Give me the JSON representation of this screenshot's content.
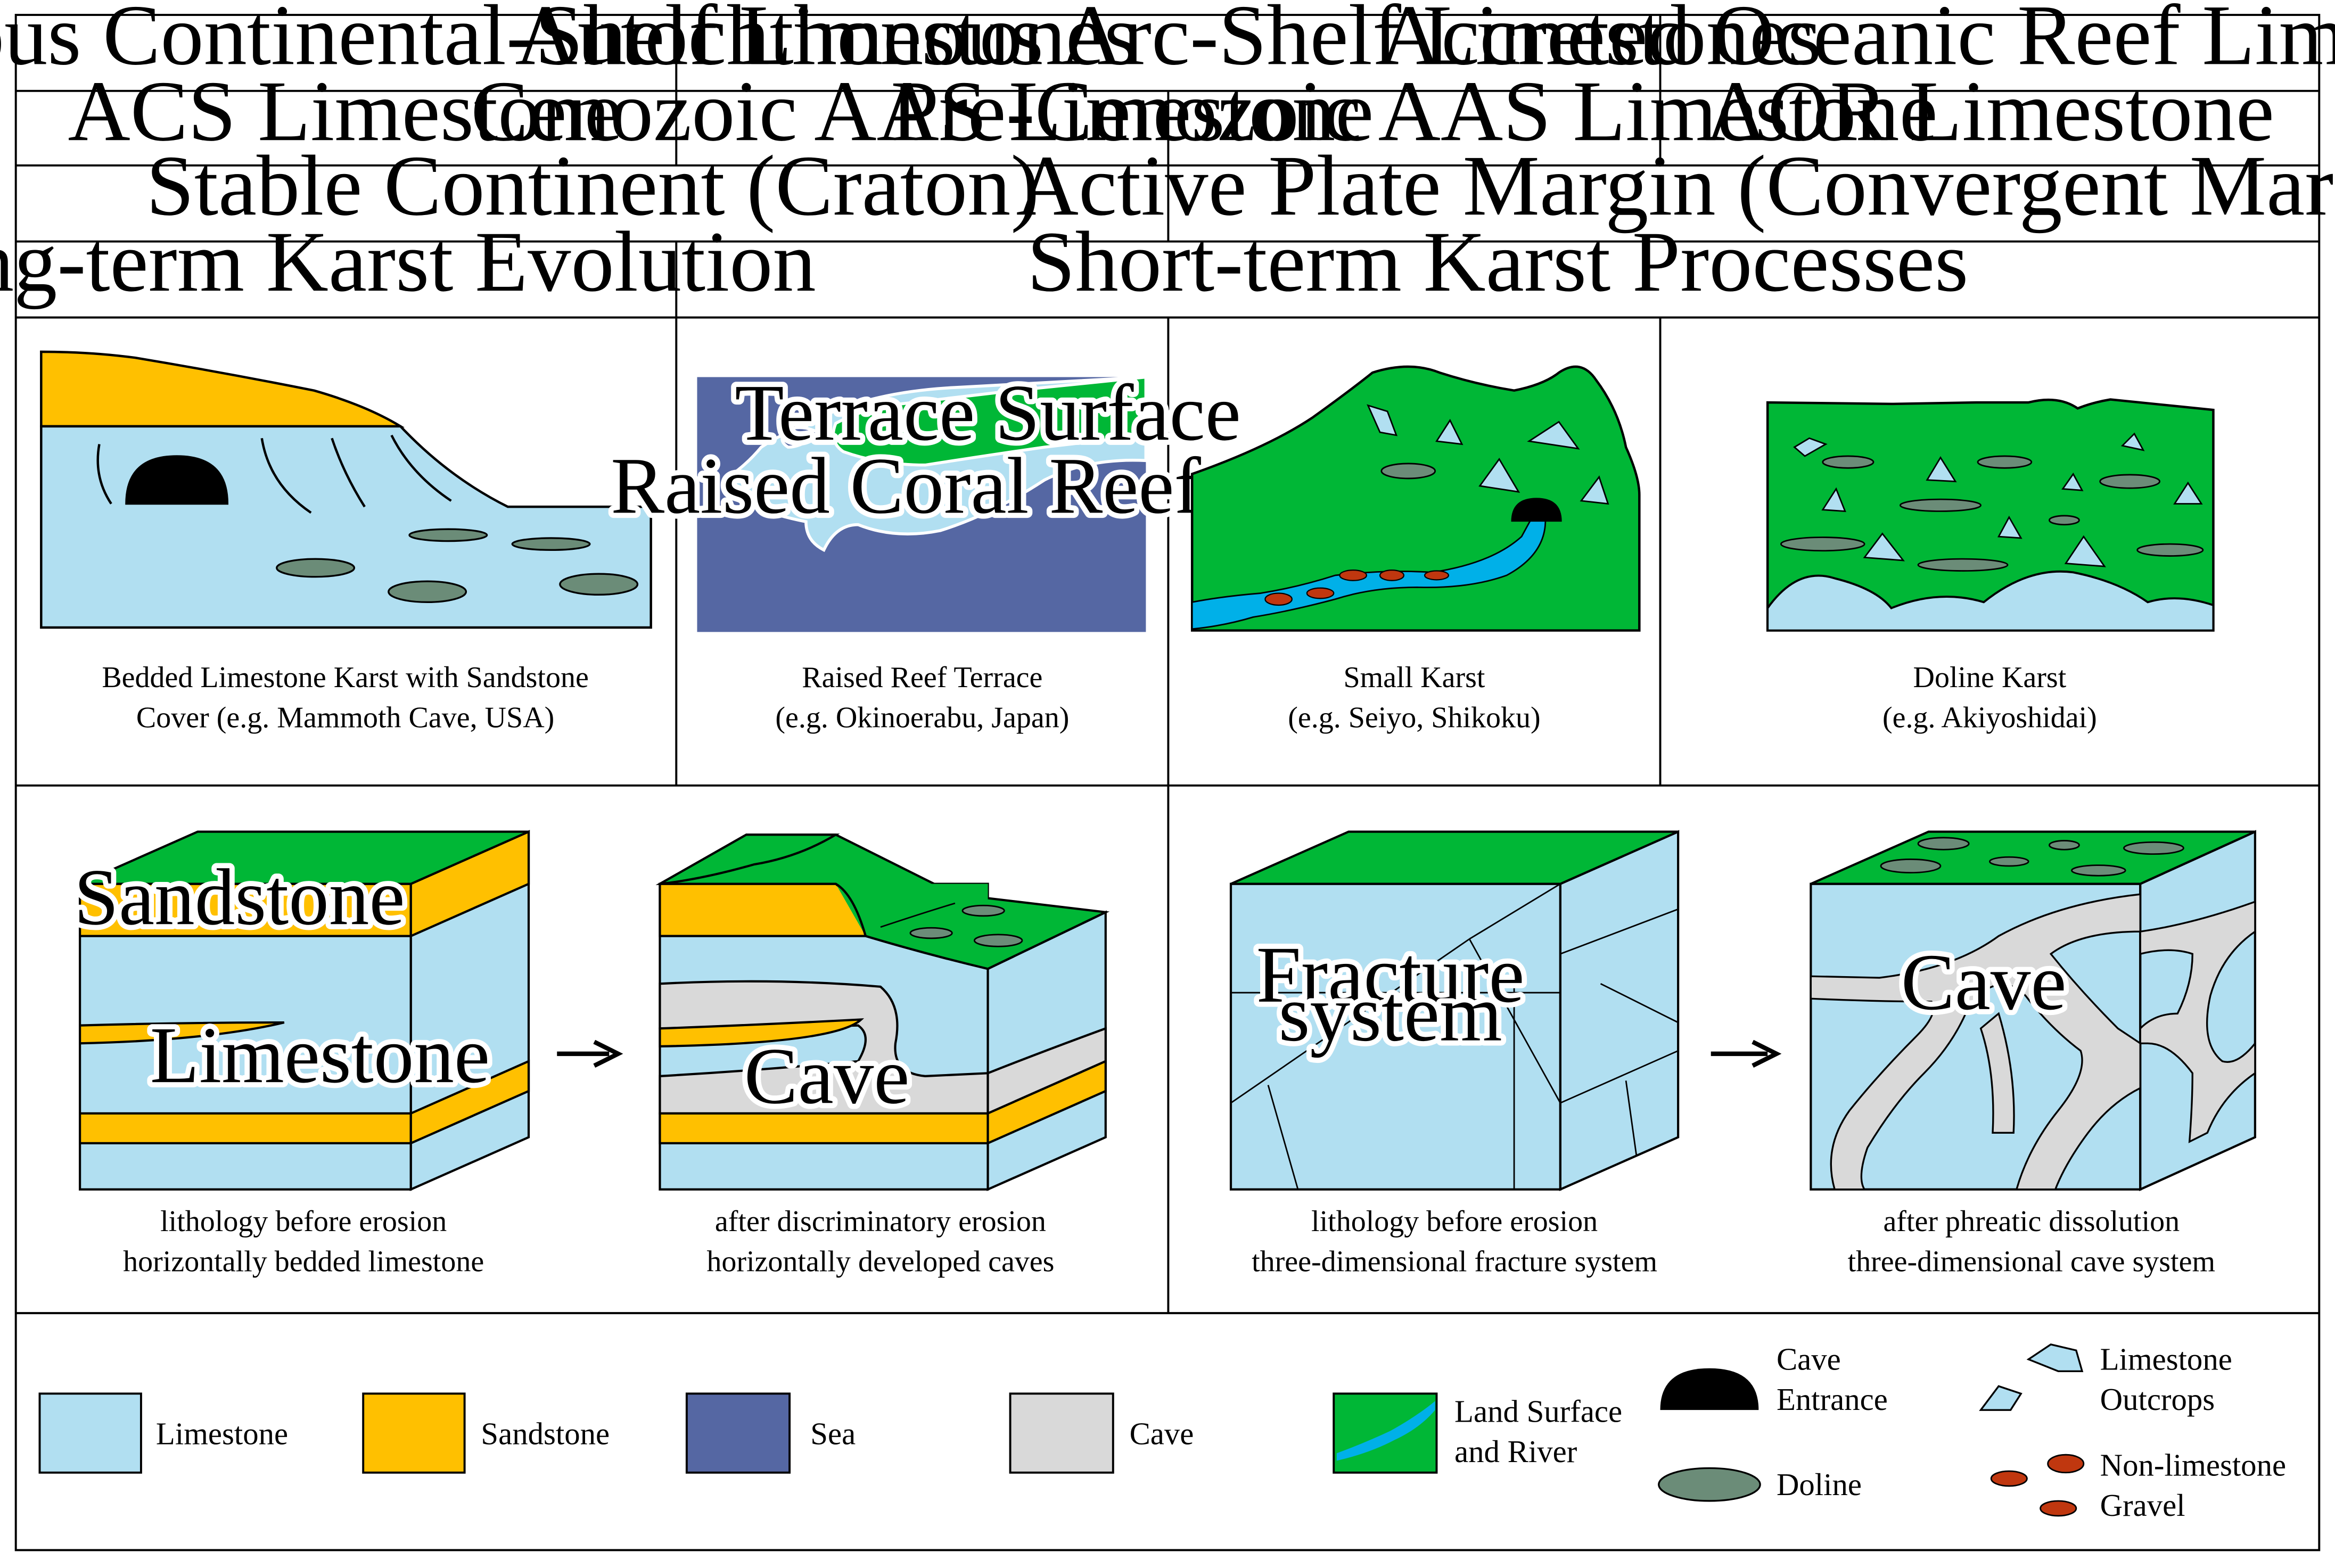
{
  "header": {
    "row1": {
      "acs": "Autochthonous Continental-Shelf  Limestones",
      "aas": "Autochthonous Arc-Shelf Limestones",
      "aor": "Accreted Oceanic Reef Limestones"
    },
    "row2": {
      "acs": "ACS Limestone",
      "cen": "Cenozoic AAS Limestone",
      "pre": "Pre-Cenozoic AAS Limestone",
      "aor": "AOR Limestone"
    },
    "row3": {
      "stable": "Stable Continent  (Craton)",
      "active": "Active Plate Margin  (Convergent Margin)"
    },
    "row4": {
      "long": "Long-term Karst Evolution",
      "short": "Short-term Karst Processes"
    }
  },
  "panels": {
    "bedded": {
      "caption1": "Bedded Limestone Karst with  Sandstone",
      "caption2": "Cover (e.g. Mammoth  Cave, USA)"
    },
    "reef": {
      "terrace_label": "Terrace Surface",
      "coral_label": "Raised Coral Reef",
      "caption1": "Raised Reef Terrace",
      "caption2": "(e.g. Okinoerabu, Japan)"
    },
    "small": {
      "caption1": "Small Karst",
      "caption2": "(e.g. Seiyo, Shikoku)"
    },
    "doline": {
      "caption1": "Doline Karst",
      "caption2": "(e.g. Akiyoshidai)"
    }
  },
  "blocks": {
    "b1": {
      "sandstone": "Sandstone",
      "limestone": "Limestone",
      "caption1": "lithology  before erosion",
      "caption2": "horizontally  bedded limestone"
    },
    "b2": {
      "cave": "Cave",
      "caption1": "after  discriminatory  erosion",
      "caption2": "horizontally  developed caves"
    },
    "b3": {
      "fracture1": "Fracture",
      "fracture2": "system",
      "caption1": "lithology  before erosion",
      "caption2": "three-dimensional  fracture system"
    },
    "b4": {
      "cave": "Cave",
      "caption1": "after phreatic dissolution",
      "caption2": "three-dimensional  cave system"
    },
    "arrow_icon": "right-arrow-icon"
  },
  "legend": {
    "limestone": "Limestone",
    "sandstone": "Sandstone",
    "sea": "Sea",
    "cave": "Cave",
    "land1": "Land Surface",
    "land2": "and River",
    "entrance1": "Cave",
    "entrance2": "Entrance",
    "doline": "Doline",
    "outcrop1": "Limestone",
    "outcrop2": "Outcrops",
    "gravel1": "Non-limestone",
    "gravel2": "Gravel"
  },
  "colors": {
    "limestone": "#b1dff1",
    "sandstone": "#ffc000",
    "sea": "#5567a3",
    "cave": "#d9d9d9",
    "land": "#00b736",
    "river": "#00b0e8",
    "doline": "#6b8c78",
    "gravel": "#c0370f",
    "cave_entrance": "#000000"
  }
}
